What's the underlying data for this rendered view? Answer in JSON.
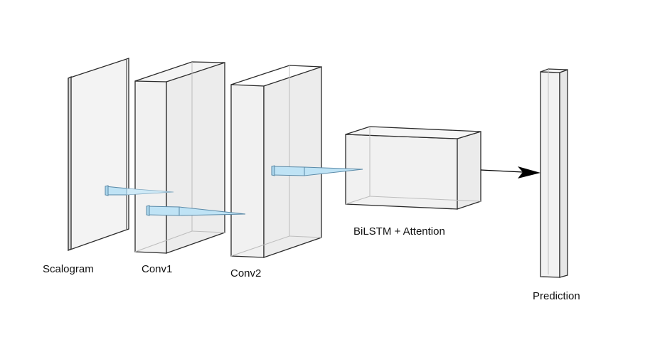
{
  "labels": {
    "scalogram": "Scalogram",
    "conv1": "Conv1",
    "conv2": "Conv2",
    "bilstm": "BiLSTM + Attention",
    "prediction": "Prediction"
  },
  "colors": {
    "face": "#f4f4f4",
    "face_side": "#e9e9e9",
    "edge": "#2b2b2b",
    "hidden_edge": "#bdbdbd",
    "kernel": "#bfe3f5",
    "kernel_edge": "#5a8aa8",
    "arrow": "#000000"
  }
}
